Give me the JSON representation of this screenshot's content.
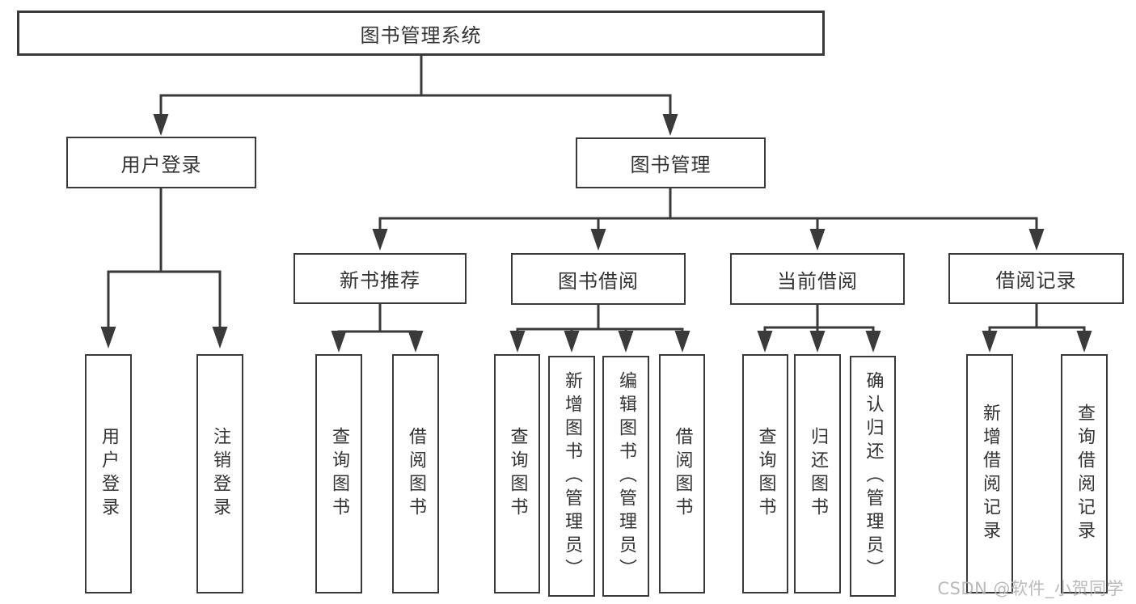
{
  "diagram": {
    "title": "图书管理系统",
    "root": {
      "label": "图书管理系统"
    },
    "branches": [
      {
        "label": "用户登录",
        "children": [
          {
            "label": "用户登录"
          },
          {
            "label": "注销登录"
          }
        ]
      },
      {
        "label": "图书管理",
        "children": [
          {
            "label": "新书推荐",
            "children": [
              {
                "label": "查询图书"
              },
              {
                "label": "借阅图书"
              }
            ]
          },
          {
            "label": "图书借阅",
            "children": [
              {
                "label": "查询图书"
              },
              {
                "label": "新增图书（管理员）"
              },
              {
                "label": "编辑图书（管理员）"
              },
              {
                "label": "借阅图书"
              }
            ]
          },
          {
            "label": "当前借阅",
            "children": [
              {
                "label": "查询图书"
              },
              {
                "label": "归还图书"
              },
              {
                "label": "确认归还（管理员）"
              }
            ]
          },
          {
            "label": "借阅记录",
            "children": [
              {
                "label": "新增借阅记录"
              },
              {
                "label": "查询借阅记录"
              }
            ]
          }
        ]
      }
    ]
  },
  "watermark": {
    "text": "CSDN @软件_小贺同学"
  },
  "colors": {
    "line": "#3a3a3a",
    "box_border": "#3a3a3a",
    "text": "#333333",
    "watermark": "#b3b3b3",
    "background": "#ffffff"
  }
}
